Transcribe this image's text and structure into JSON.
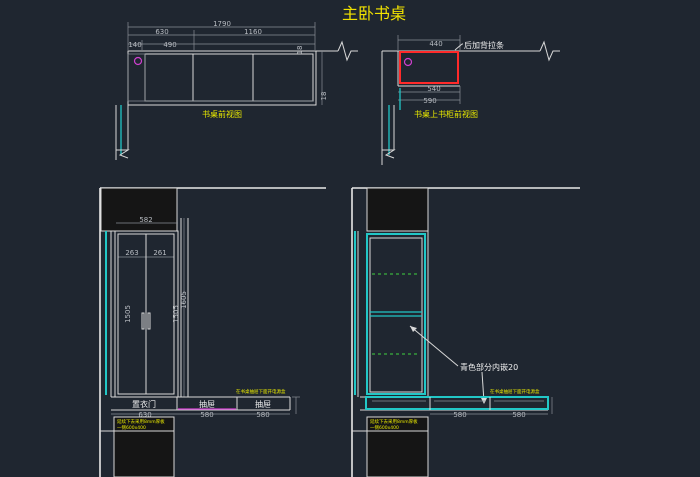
{
  "title": "主卧书桌",
  "top_left": {
    "label": "书桌前视图",
    "dim_total": "1790",
    "dim_left": "630",
    "dim_right": "1160",
    "dim_a": "140",
    "dim_b": "490",
    "dim_side_1": "18",
    "dim_side_2": "18"
  },
  "top_right": {
    "label": "书桌上书柜前视图",
    "note": "后加背拉条",
    "dim_top": "440",
    "dim_bottom_1": "540",
    "dim_bottom_2": "590"
  },
  "bottom_left": {
    "dim_top": "582",
    "dim_a": "263",
    "dim_b": "261",
    "dim_side_h": "1505",
    "dim_right_h1": "1505",
    "dim_right_h2": "1605",
    "drawer_labels": [
      "置衣门",
      "抽屉",
      "抽屉"
    ],
    "dim_bottom": [
      "630",
      "580",
      "580"
    ],
    "note_top": "在书桌抽屉下面开电源盒",
    "note_box_1": "延续下去采用8mm厚板",
    "note_box_2": "一侧600x400"
  },
  "bottom_right": {
    "annotation": "青色部分内嵌20",
    "dim_bottom": [
      "580",
      "580"
    ],
    "note_top": "在书桌抽屉下面开电源盒",
    "note_box_1": "延续下去采用8mm厚板",
    "note_box_2": "一侧600x400"
  }
}
